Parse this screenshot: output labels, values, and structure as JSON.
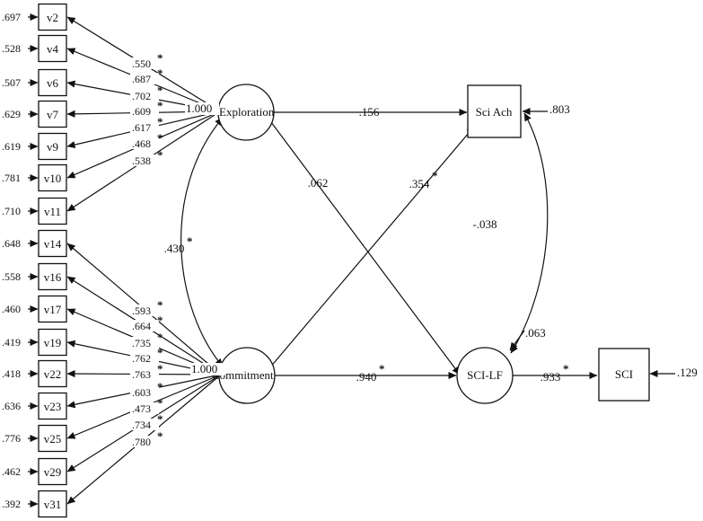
{
  "nodes": {
    "exploration": "Exploration",
    "commitment": "Commitment",
    "sci_ach": "Sci Ach",
    "sci_lf": "SCI-LF",
    "sci": "SCI"
  },
  "indicators": [
    {
      "id": "v2",
      "residual": ".697"
    },
    {
      "id": "v4",
      "residual": ".528"
    },
    {
      "id": "v6",
      "residual": ".507"
    },
    {
      "id": "v7",
      "residual": ".629"
    },
    {
      "id": "v9",
      "residual": ".619"
    },
    {
      "id": "v10",
      "residual": ".781"
    },
    {
      "id": "v11",
      "residual": ".710"
    },
    {
      "id": "v14",
      "residual": ".648"
    },
    {
      "id": "v16",
      "residual": ".558"
    },
    {
      "id": "v17",
      "residual": ".460"
    },
    {
      "id": "v19",
      "residual": ".419"
    },
    {
      "id": "v22",
      "residual": ".418"
    },
    {
      "id": "v23",
      "residual": ".636"
    },
    {
      "id": "v25",
      "residual": ".776"
    },
    {
      "id": "v29",
      "residual": ".462"
    },
    {
      "id": "v31",
      "residual": ".392"
    }
  ],
  "exploration_loadings": [
    ".550",
    ".687",
    ".702",
    ".609",
    ".617",
    ".468",
    ".538"
  ],
  "exploration_fixed": "1.000",
  "commitment_loadings": [
    ".593",
    ".664",
    ".735",
    ".762",
    ".763",
    ".603",
    ".473",
    ".734",
    ".780"
  ],
  "commitment_fixed": "1.000",
  "paths": {
    "exp_sciach": ".156",
    "exp_scilf": ".062",
    "com_sciach": ".354",
    "com_scilf": ".940",
    "scilf_sci": ".933",
    "latent_cov": ".430",
    "resid_cov": "-.038"
  },
  "residuals": {
    "sci_ach": ".803",
    "sci_lf": ".063",
    "sci": ".129"
  },
  "star": "*"
}
